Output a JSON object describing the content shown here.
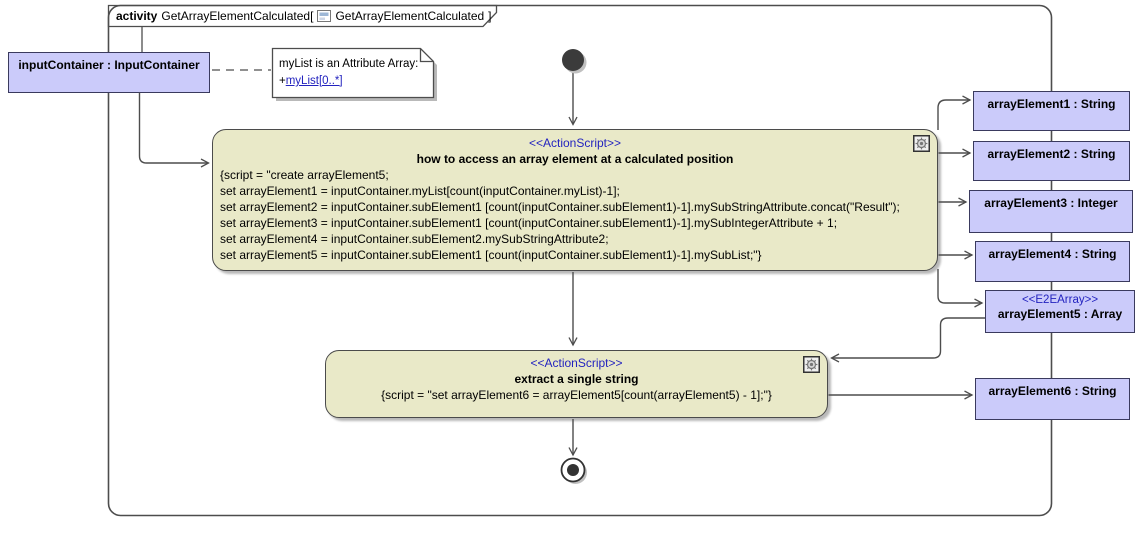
{
  "frame": {
    "keyword": "activity",
    "name_open": "GetArrayElementCalculated[",
    "diagram_name": "GetArrayElementCalculated",
    "bracket_close": "]"
  },
  "input_container": {
    "label": "inputContainer : InputContainer"
  },
  "note": {
    "text": "myList is an Attribute Array:",
    "link_prefix": "+",
    "link": "myList[0..*]"
  },
  "action1": {
    "stereotype": "<<ActionScript>>",
    "title": "how to access an array element at a calculated position",
    "script_lines": [
      "{script = \"create arrayElement5;",
      "set arrayElement1 = inputContainer.myList[count(inputContainer.myList)-1];",
      "set arrayElement2 = inputContainer.subElement1 [count(inputContainer.subElement1)-1].mySubStringAttribute.concat(\"Result\");",
      "set arrayElement3 = inputContainer.subElement1 [count(inputContainer.subElement1)-1].mySubIntegerAttribute + 1;",
      "set arrayElement4 = inputContainer.subElement2.mySubStringAttribute2;",
      "set arrayElement5 = inputContainer.subElement1 [count(inputContainer.subElement1)-1].mySubList;\"}"
    ]
  },
  "action2": {
    "stereotype": "<<ActionScript>>",
    "title": "extract a single string",
    "script": "{script = \"set arrayElement6 = arrayElement5[count(arrayElement5) - 1];\"}"
  },
  "outputs": [
    {
      "name": "arrayElement1 : String"
    },
    {
      "name": "arrayElement2 : String"
    },
    {
      "name": "arrayElement3 : Integer"
    },
    {
      "name": "arrayElement4 : String"
    },
    {
      "stereotype": "<<E2EArray>>",
      "name": "arrayElement5 : Array"
    },
    {
      "name": "arrayElement6 : String"
    }
  ],
  "colors": {
    "node_fill": "#cbcbfa",
    "action_fill": "#e9e9c8",
    "stereotype_blue": "#2323bf",
    "link_blue": "#2323bf",
    "line": "#4d4d4d",
    "shadow": "#b9b9b9"
  }
}
